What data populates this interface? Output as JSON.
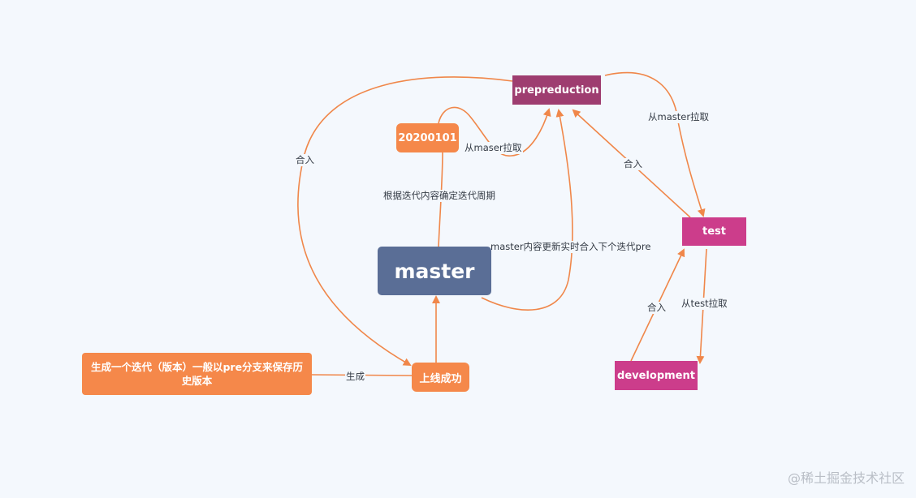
{
  "colors": {
    "background": "#f4f8fd",
    "edge": "#f0874a",
    "prepreduction": "#9e3d70",
    "test": "#cc3d8b",
    "development": "#cc3d8b",
    "iteration": "#f5884a",
    "master": "#5a6e96",
    "label_text": "#333a44"
  },
  "nodes": {
    "prepreduction": "prepreduction",
    "test": "test",
    "development": "development",
    "iteration_date": "20200101",
    "master": "master",
    "online_success": "上线成功",
    "generate_version": "生成一个迭代（版本）一般以pre分支来保存历史版本"
  },
  "edges": {
    "master_to_pre_merge": "合入",
    "date_pull_from_master": "从maser拉取",
    "date_cycle": "根据迭代内容确定迭代周期",
    "master_realtime_merge": "master内容更新实时合入下个迭代pre",
    "pre_to_test_pull": "从master拉取",
    "test_to_pre_merge": "合入",
    "dev_to_test_merge": "合入",
    "test_to_dev_pull": "从test拉取",
    "online_generate": "生成"
  },
  "watermark": "@稀土掘金技术社区"
}
